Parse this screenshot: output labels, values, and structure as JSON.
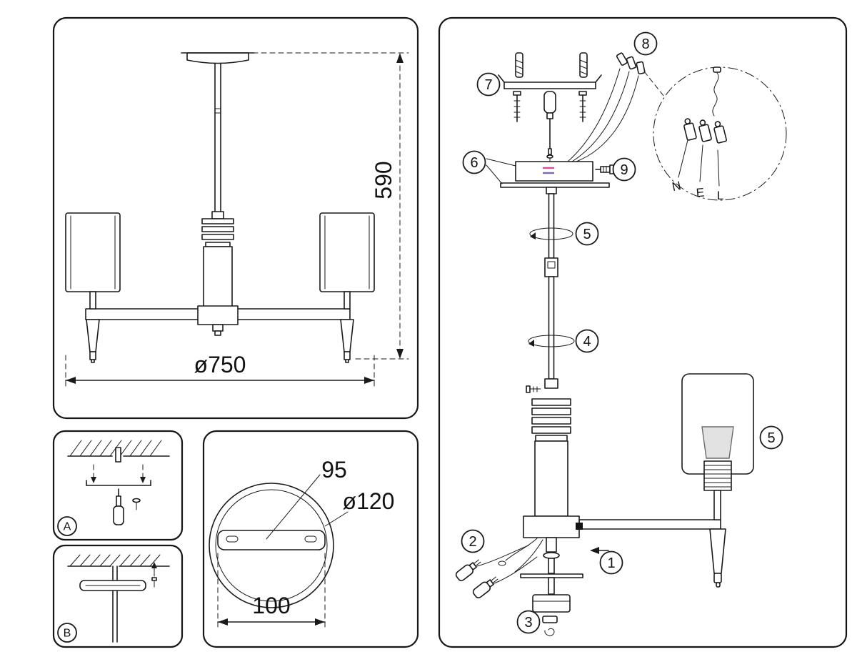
{
  "colors": {
    "line": "#1a1a1a",
    "magenta": "#cf4f9e",
    "purple": "#7e63c1",
    "holder": "#e2e2e2"
  },
  "front_view": {
    "height_dim": "590",
    "diameter_dim": "ø750"
  },
  "detail_a": {
    "label": "A"
  },
  "detail_b": {
    "label": "B"
  },
  "plate": {
    "slot_dim": "95",
    "outer_dim": "ø120",
    "spacing_dim": "100"
  },
  "assembly": {
    "step1": "1",
    "step2": "2",
    "step3": "3",
    "step4": "4",
    "step5": "5",
    "step6": "6",
    "step7": "7",
    "step8": "8",
    "step9": "9",
    "wire_n": "N",
    "wire_e": "E",
    "wire_l": "L"
  }
}
